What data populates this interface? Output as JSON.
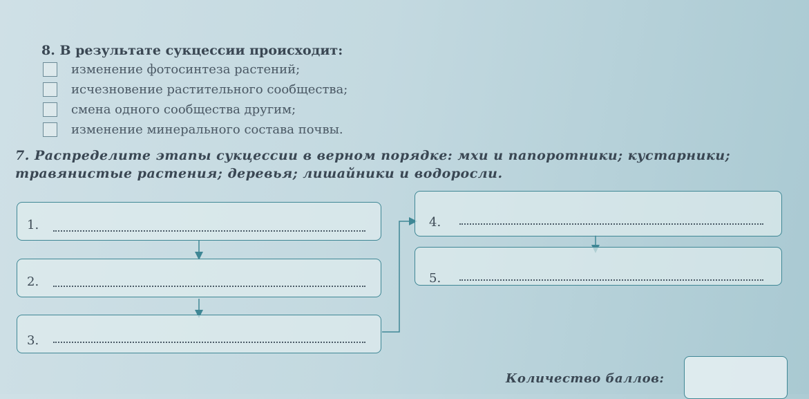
{
  "q8": {
    "title": "8. В результате сукцессии происходит:",
    "options": [
      "изменение фотосинтеза растений;",
      "исчезновение растительного сообщества;",
      "смена одного сообщества другим;",
      "изменение минерального состава почвы."
    ]
  },
  "q7": {
    "line1": "7. Распределите этапы сукцессии в верном порядке: мхи и папоротники; кустарники;",
    "line2": "травянистые растения; деревья; лишайники и водоросли."
  },
  "stages": [
    "1.",
    "2.",
    "3.",
    "4.",
    "5."
  ],
  "score_label": "Количество баллов:"
}
